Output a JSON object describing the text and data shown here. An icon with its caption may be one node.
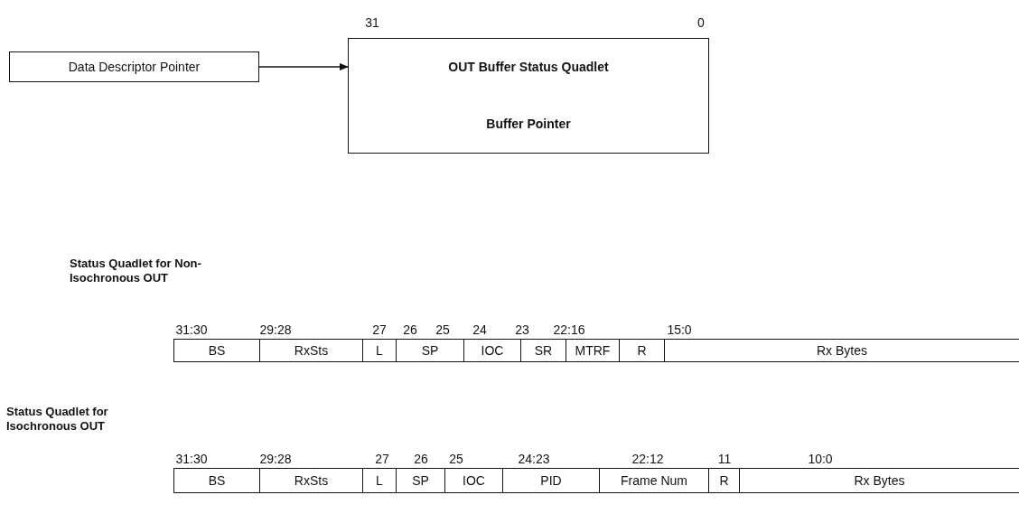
{
  "diagram": {
    "nodes": [
      {
        "text": [
          "Data Descriptor Pointer"
        ]
      },
      {
        "text": [
          "OUT Buffer Status Quadlet"
        ]
      },
      {
        "text": [
          "Buffer Pointer"
        ]
      }
    ],
    "edges": [
      {
        "from": 0,
        "to": 1,
        "arrow": "to"
      }
    ],
    "labels": [
      "31",
      "0",
      "Status Quadlet for Non-Isochronous OUT",
      "31:30",
      "29:28",
      "27",
      "26",
      "25",
      "24",
      "23",
      "22:16",
      "15:0",
      "BS",
      "RxSts",
      "L",
      "SP",
      "IOC",
      "SR",
      "MTRF",
      "R",
      "Rx Bytes",
      "Status Quadlet for Isochronous OUT",
      "31:30",
      "29:28",
      "27",
      "26",
      "25",
      "24:23",
      "22:12",
      "11",
      "10:0",
      "BS",
      "RxSts",
      "L",
      "SP",
      "IOC",
      "PID",
      "Frame Num",
      "R",
      "Rx Bytes"
    ]
  }
}
